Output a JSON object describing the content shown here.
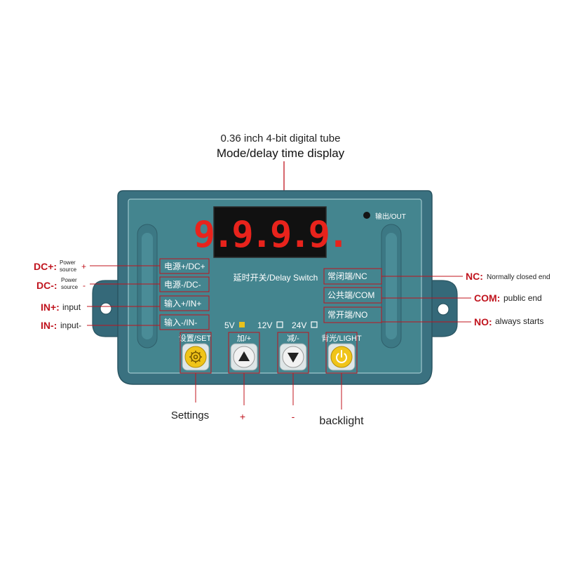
{
  "header": {
    "line1": "0.36 inch 4-bit digital tube",
    "line2": "Mode/delay time display"
  },
  "device": {
    "display_digits": "9.9.9.9.",
    "output_label": "输出/OUT",
    "title": "延时开关/Delay Switch",
    "terminals_left": [
      "电源+/DC+",
      "电源-/DC-",
      "输入+/IN+",
      "输入-/IN-"
    ],
    "terminals_right": [
      "常闭端/NC",
      "公共端/COM",
      "常开端/NO"
    ],
    "voltage_options": [
      {
        "label": "5V",
        "selected": true,
        "color": "#e8c21c"
      },
      {
        "label": "12V",
        "selected": false
      },
      {
        "label": "24V",
        "selected": false
      }
    ],
    "buttons": [
      {
        "label": "设置/SET",
        "icon": "gear-icon",
        "color": "#f0c419"
      },
      {
        "label": "加/+",
        "icon": "up-triangle-icon",
        "color": "#f2f2f2"
      },
      {
        "label": "减/-",
        "icon": "down-triangle-icon",
        "color": "#f2f2f2"
      },
      {
        "label": "背光/LIGHT",
        "icon": "power-icon",
        "color": "#f0c419"
      }
    ]
  },
  "callouts_left": [
    {
      "big": "DC+:",
      "small1": "Power",
      "small2": "source",
      "suffix": "+"
    },
    {
      "big": "DC-:",
      "small1": "Power",
      "small2": "source",
      "suffix": "-"
    },
    {
      "big": "IN+:",
      "text": "input"
    },
    {
      "big": "IN-:",
      "text": "input-"
    }
  ],
  "callouts_right": [
    {
      "big": "NC:",
      "text": "Normally closed end"
    },
    {
      "big": "COM:",
      "text": "public end"
    },
    {
      "big": "NO:",
      "text": "always starts"
    }
  ],
  "bottom_labels": [
    "Settings",
    "+",
    "-",
    "backlight"
  ],
  "colors": {
    "accent_red": "#c0141e",
    "case": "#3a7180",
    "panel": "#44858f",
    "display_bg": "#111111",
    "digit": "#e8231c"
  }
}
